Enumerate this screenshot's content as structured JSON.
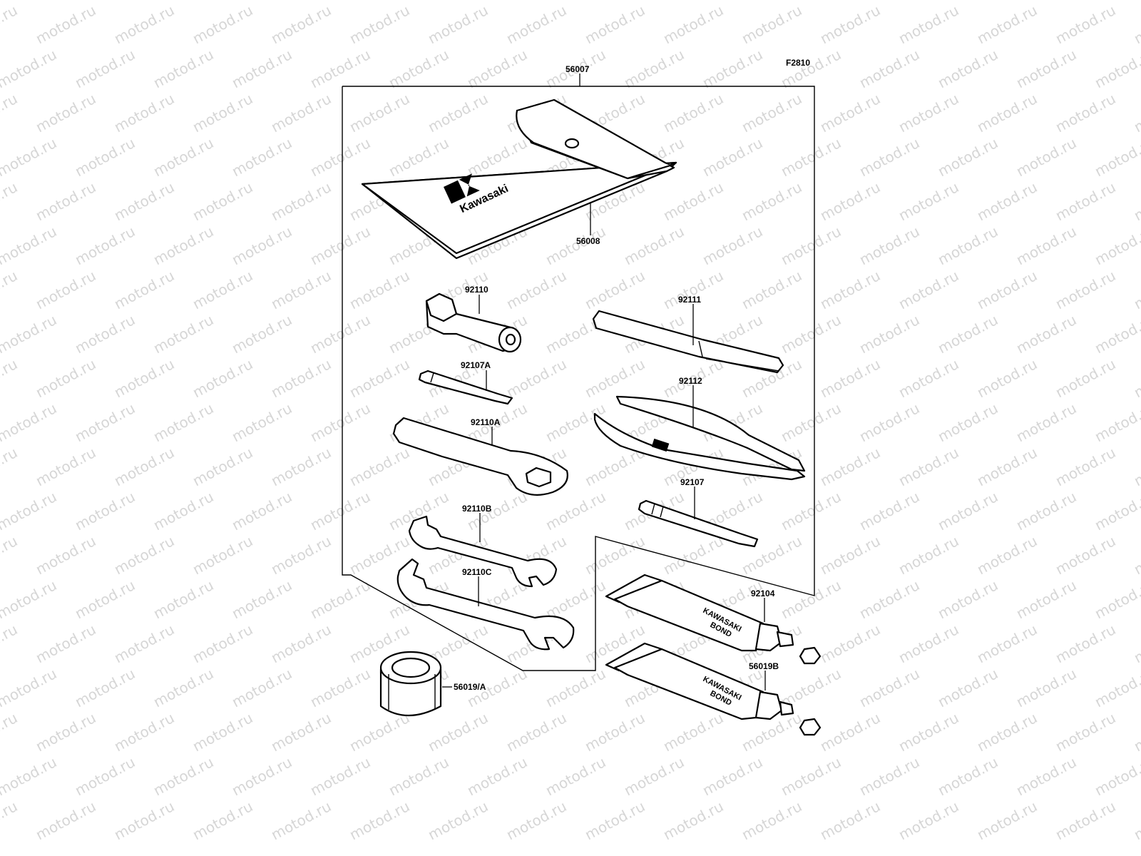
{
  "figure_code": "F2810",
  "watermark_text": "motod.ru",
  "brand": "Kawasaki",
  "tube_print": [
    "KAWASAKI",
    "BOND"
  ],
  "labels": {
    "kit": "56007",
    "pouch": "56008",
    "socket": "92110",
    "handle": "92111",
    "driver_bit_a": "92107A",
    "pliers": "92112",
    "ring_wrench": "92110A",
    "driver_bit": "92107",
    "spanner_b": "92110B",
    "spanner_c": "92110C",
    "bond_tube_1": "92104",
    "bond_tube_2": "56019B",
    "grease_jar": "56019/A"
  }
}
